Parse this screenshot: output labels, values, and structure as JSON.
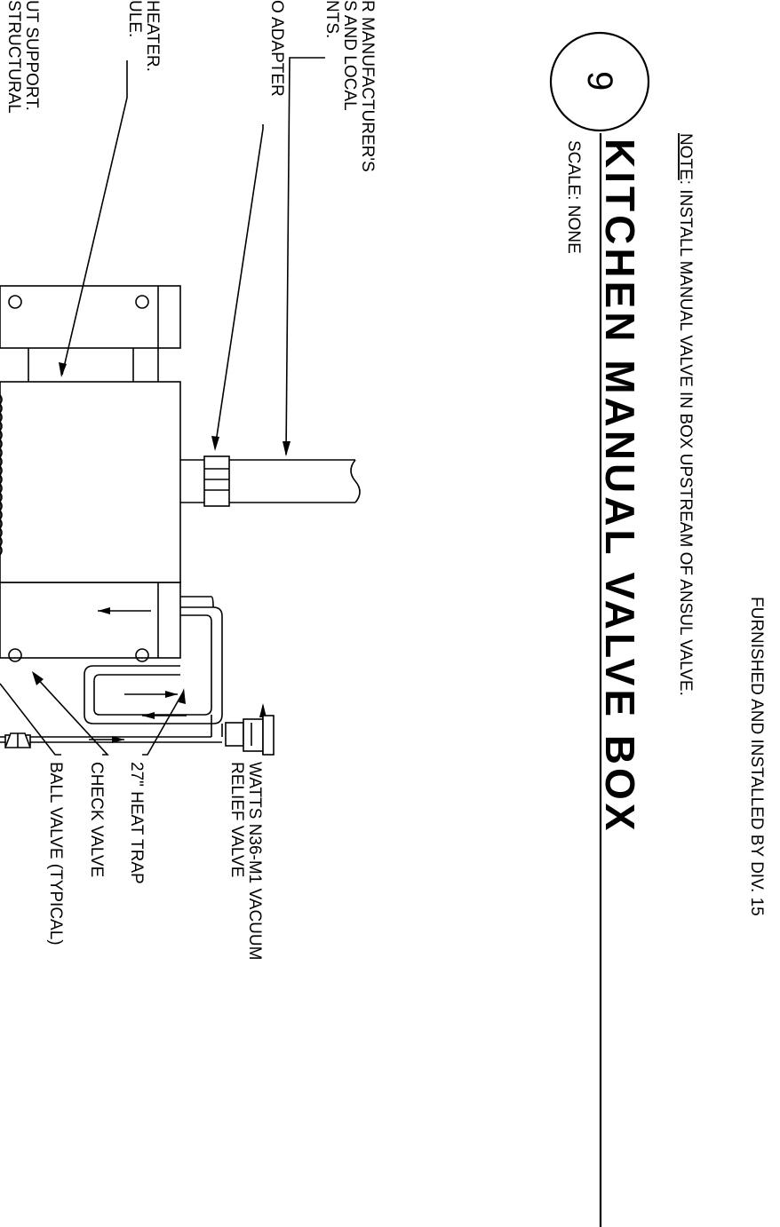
{
  "drawing": {
    "header_note": "FURNISHED AND INSTALLED BY DIV. 15",
    "note_prefix": "NOTE",
    "note_text": ": INSTALL MANUAL VALVE IN BOX UPSTREAM OF ANSUL VALVE.",
    "title": "KITCHEN MANUAL VALVE BOX",
    "detail_number": "9",
    "scale": "SCALE: NONE",
    "labels": {
      "relief_valve_line1": "WATTS N36-M1 VACUUM",
      "relief_valve_line2": "RELIEF VALVE",
      "heat_trap": "27\" HEAT TRAP",
      "check_valve": "CHECK VALVE",
      "ball_valve": "BALL VALVE (TYPICAL)",
      "mfr_line1": "R MANUFACTURER'S",
      "mfr_line2": "S AND LOCAL",
      "mfr_line3": "NTS.",
      "adapter": "O ADAPTER",
      "heater_line1": "HEATER.",
      "heater_line2": "ULE.",
      "support_line1": "UT SUPPORT.",
      "support_line2": "STRUCTURAL"
    }
  }
}
